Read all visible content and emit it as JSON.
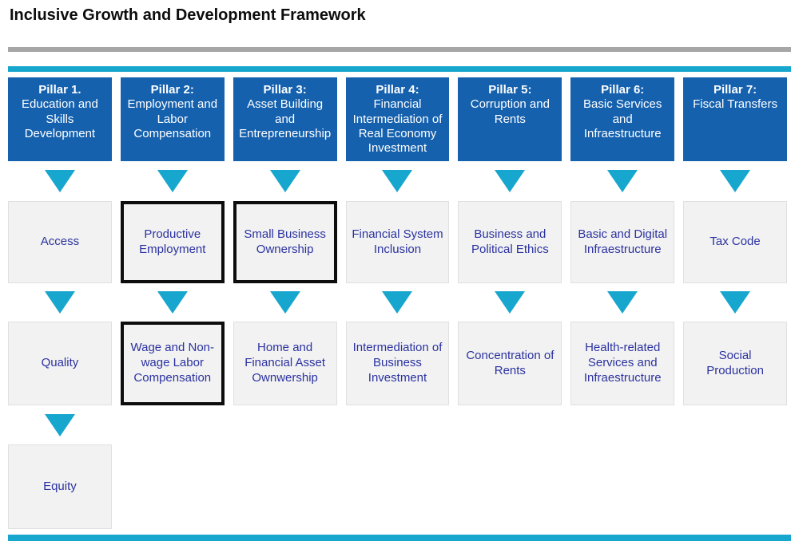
{
  "title": "Inclusive Growth and Development Framework",
  "colors": {
    "pillar_blue": "#1561ae",
    "accent_teal": "#17a6ce",
    "divider_gray": "#a6a6a6",
    "box_fill": "#f2f2f2",
    "box_text_navy": "#2b32a0",
    "emphasis_border_black": "#0d0d0d"
  },
  "pillars": [
    {
      "label": "Pillar 1.",
      "title": "Education and Skills Development",
      "outcome1": "Access",
      "outcome1_emphasized": false,
      "outcome2": "Quality",
      "outcome2_emphasized": false,
      "outcome3": "Equity",
      "outcome3_emphasized": false
    },
    {
      "label": "Pillar 2:",
      "title": "Employment and Labor Compensation",
      "outcome1": "Productive Employment",
      "outcome1_emphasized": true,
      "outcome2": "Wage and Non-wage Labor Compensation",
      "outcome2_emphasized": true
    },
    {
      "label": "Pillar 3:",
      "title": "Asset Building and Entrepreneurship",
      "outcome1": "Small Business Ownership",
      "outcome1_emphasized": true,
      "outcome2": "Home and Financial Asset Ownwership",
      "outcome2_emphasized": false
    },
    {
      "label": "Pillar 4:",
      "title": "Financial Intermediation of Real Economy Investment",
      "outcome1": "Financial System Inclusion",
      "outcome1_emphasized": false,
      "outcome2": "Intermediation of Business Investment",
      "outcome2_emphasized": false
    },
    {
      "label": "Pillar 5:",
      "title": "Corruption and Rents",
      "outcome1": "Business and Political Ethics",
      "outcome1_emphasized": false,
      "outcome2": "Concentration of Rents",
      "outcome2_emphasized": false
    },
    {
      "label": "Pillar 6:",
      "title": "Basic Services and Infraestructure",
      "outcome1": "Basic and Digital Infraestructure",
      "outcome1_emphasized": false,
      "outcome2": "Health-related Services and Infraestructure",
      "outcome2_emphasized": false
    },
    {
      "label": "Pillar 7:",
      "title": "Fiscal Transfers",
      "outcome1": "Tax Code",
      "outcome1_emphasized": false,
      "outcome2": "Social Production",
      "outcome2_emphasized": false
    }
  ]
}
